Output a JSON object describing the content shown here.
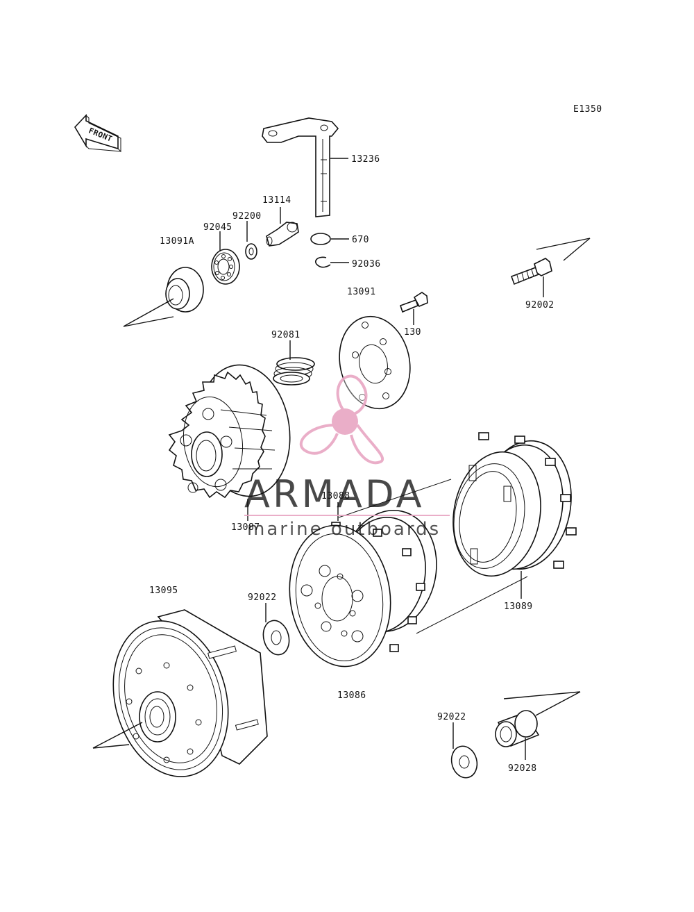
{
  "diagram": {
    "code": "E1350",
    "front_label": "FRONT",
    "labels": {
      "p13236": "13236",
      "p13114": "13114",
      "p92200": "92200",
      "p92045": "92045",
      "p13091A": "13091A",
      "p670": "670",
      "p92036": "92036",
      "p92002": "92002",
      "p13091": "13091",
      "p130": "130",
      "p92081": "92081",
      "p13087": "13087",
      "p13088": "13088",
      "p13089": "13089",
      "p13095": "13095",
      "p92022a": "92022",
      "p13086": "13086",
      "p92022b": "92022",
      "p92028": "92028"
    }
  },
  "watermark": {
    "brand": "ARMADA",
    "tagline": "marine outboards",
    "color": "#e8a6c3"
  }
}
